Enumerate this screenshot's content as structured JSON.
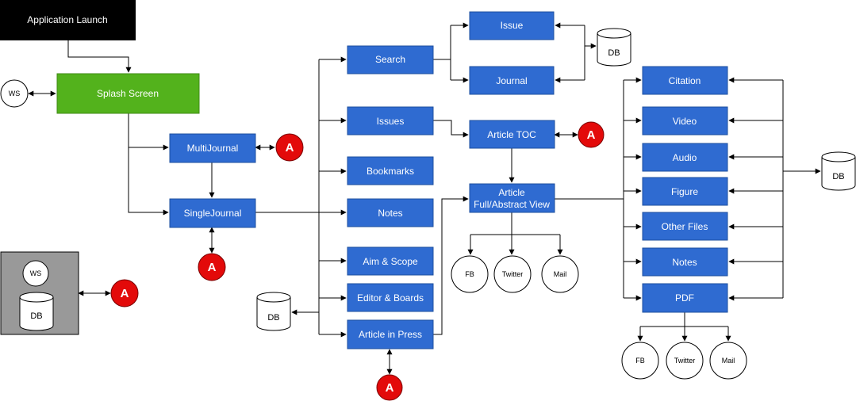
{
  "colors": {
    "blue": "#2f6bd1",
    "green": "#53b21c",
    "black": "#000000",
    "red": "#e30a0a",
    "gray": "#999999"
  },
  "nodes": {
    "app_launch": "Application Launch",
    "splash": "Splash Screen",
    "ws_left": "WS",
    "multi_journal": "MultiJournal",
    "single_journal": "SingleJournal",
    "ws_gray": "WS",
    "db_gray": "DB",
    "search": "Search",
    "issues": "Issues",
    "bookmarks": "Bookmarks",
    "notes_mid": "Notes",
    "aim_scope": "Aim & Scope",
    "editor_boards": "Editor & Boards",
    "article_press": "Article in Press",
    "db_mid": "DB",
    "issue": "Issue",
    "journal": "Journal",
    "db_top": "DB",
    "article_toc": "Article TOC",
    "article_view_line1": "Article",
    "article_view_line2": "Full/Abstract View",
    "fb1": "FB",
    "twitter1": "Twitter",
    "mail1": "Mail",
    "citation": "Citation",
    "video": "Video",
    "audio": "Audio",
    "figure": "Figure",
    "other_files": "Other Files",
    "notes_right": "Notes",
    "pdf": "PDF",
    "db_right": "DB",
    "fb2": "FB",
    "twitter2": "Twitter",
    "mail2": "Mail"
  },
  "badge_label": "A"
}
